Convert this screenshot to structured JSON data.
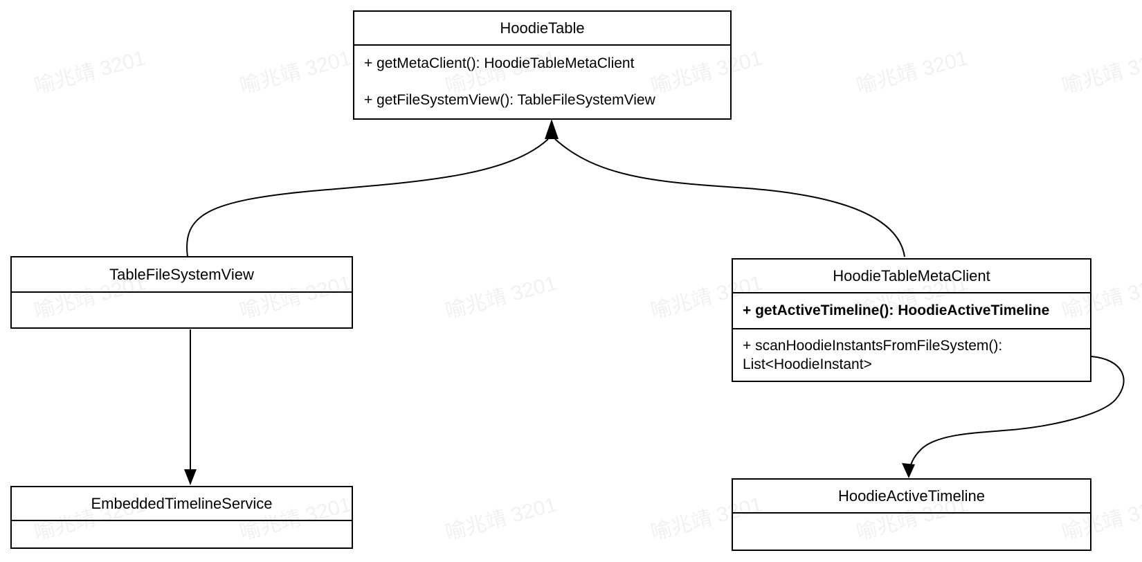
{
  "diagram": {
    "kind": "uml-class-diagram",
    "classes": [
      {
        "name": "HoodieTable",
        "methods": [
          "+ getMetaClient(): HoodieTableMetaClient",
          "+ getFileSystemView(): TableFileSystemView"
        ]
      },
      {
        "name": "TableFileSystemView",
        "methods": []
      },
      {
        "name": "HoodieTableMetaClient",
        "methods": [
          "+ getActiveTimeline(): HoodieActiveTimeline",
          "+ scanHoodieInstantsFromFileSystem(): List<HoodieInstant>"
        ]
      },
      {
        "name": "EmbeddedTimelineService",
        "methods": []
      },
      {
        "name": "HoodieActiveTimeline",
        "methods": []
      }
    ],
    "relations": [
      {
        "from": "TableFileSystemView",
        "to": "HoodieTable",
        "style": "curved-arrow"
      },
      {
        "from": "HoodieTableMetaClient",
        "to": "HoodieTable",
        "style": "curved-arrow"
      },
      {
        "from": "TableFileSystemView",
        "to": "EmbeddedTimelineService",
        "style": "straight-arrow"
      },
      {
        "from": "HoodieTableMetaClient",
        "to": "HoodieActiveTimeline",
        "style": "s-curve-arrow"
      }
    ],
    "watermark": {
      "text": "喻兆靖 3201",
      "color": "#000000",
      "opacity": "0.055"
    },
    "colors": {
      "background": "#ffffff",
      "node_fill": "#ffffff",
      "stroke": "#000000",
      "text": "#000000"
    }
  }
}
